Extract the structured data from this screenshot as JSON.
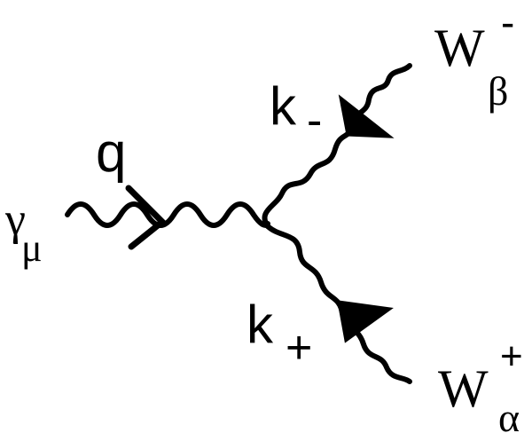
{
  "photon": {
    "symbol": "γ",
    "index": "μ"
  },
  "momenta": {
    "q": "q",
    "k_minus": {
      "letter": "k",
      "sign": "-"
    },
    "k_plus": {
      "letter": "k",
      "sign": "+"
    }
  },
  "w_minus": {
    "symbol": "W",
    "index": "β",
    "charge": "-"
  },
  "w_plus": {
    "symbol": "W",
    "index": "α",
    "charge": "+"
  }
}
